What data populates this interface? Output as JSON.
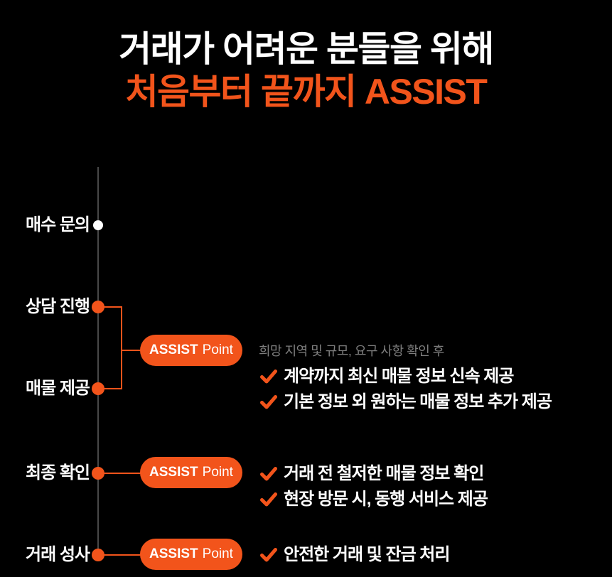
{
  "title": {
    "line1": "거래가 어려운 분들을 위해",
    "line2": "처음부터 끝까지 ASSIST"
  },
  "colors": {
    "background": "#000000",
    "accent_orange": "#F2541B",
    "muted_gray_text": "#7E7E7E",
    "timeline_line_gray": "#484848",
    "text_white": "#FFFFFF"
  },
  "timeline": {
    "steps": [
      {
        "label": "매수 문의",
        "dot_color": "white"
      },
      {
        "label": "상담 진행",
        "dot_color": "orange"
      },
      {
        "label": "매물 제공",
        "dot_color": "orange"
      },
      {
        "label": "최종 확인",
        "dot_color": "orange"
      },
      {
        "label": "거래 성사",
        "dot_color": "orange"
      }
    ]
  },
  "assist_points": [
    {
      "badge": {
        "bold": "ASSIST",
        "regular": "Point"
      },
      "note": "희망 지역 및 규모, 요구 사항 확인 후",
      "items": [
        "계약까지 최신 매물 정보 신속 제공",
        "기본 정보 외 원하는 매물 정보 추가 제공"
      ]
    },
    {
      "badge": {
        "bold": "ASSIST",
        "regular": "Point"
      },
      "items": [
        "거래 전 철저한 매물 정보 확인",
        "현장 방문 시, 동행 서비스 제공"
      ]
    },
    {
      "badge": {
        "bold": "ASSIST",
        "regular": "Point"
      },
      "items": [
        "안전한 거래 및 잔금 처리"
      ]
    }
  ]
}
